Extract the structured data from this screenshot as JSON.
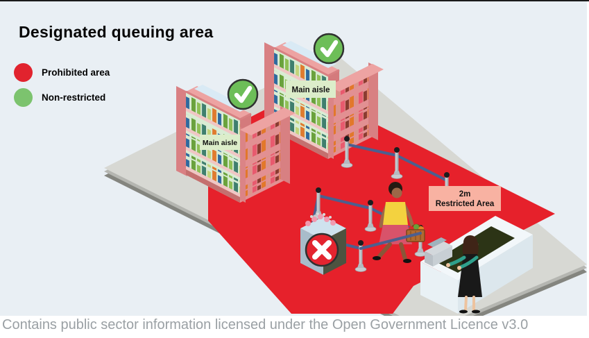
{
  "title": "Designated queuing area",
  "legend": {
    "items": [
      {
        "label": "Prohibited area",
        "color": "#e1232e",
        "icon": "red-circle-swatch"
      },
      {
        "label": "Non-restricted",
        "color": "#7cc36e",
        "icon": "green-circle-swatch"
      }
    ]
  },
  "diagram": {
    "main_aisle_label": "Main aisle",
    "restricted_area_label_line1": "2m",
    "restricted_area_label_line2": "Restricted Area",
    "allowed_icon": "check-icon",
    "prohibited_icon": "cross-icon"
  },
  "caption": "Contains public sector information licensed under the Open Government Licence v3.0",
  "colors": {
    "background": "#e9eff4",
    "floor": "#d7d8d3",
    "prohibited_zone": "#e6212b",
    "non_restricted": "#6dbe58",
    "queue_belt": "#4c5f8f",
    "shelf_frame": "#e79596",
    "counter": "#f2f7fa"
  }
}
